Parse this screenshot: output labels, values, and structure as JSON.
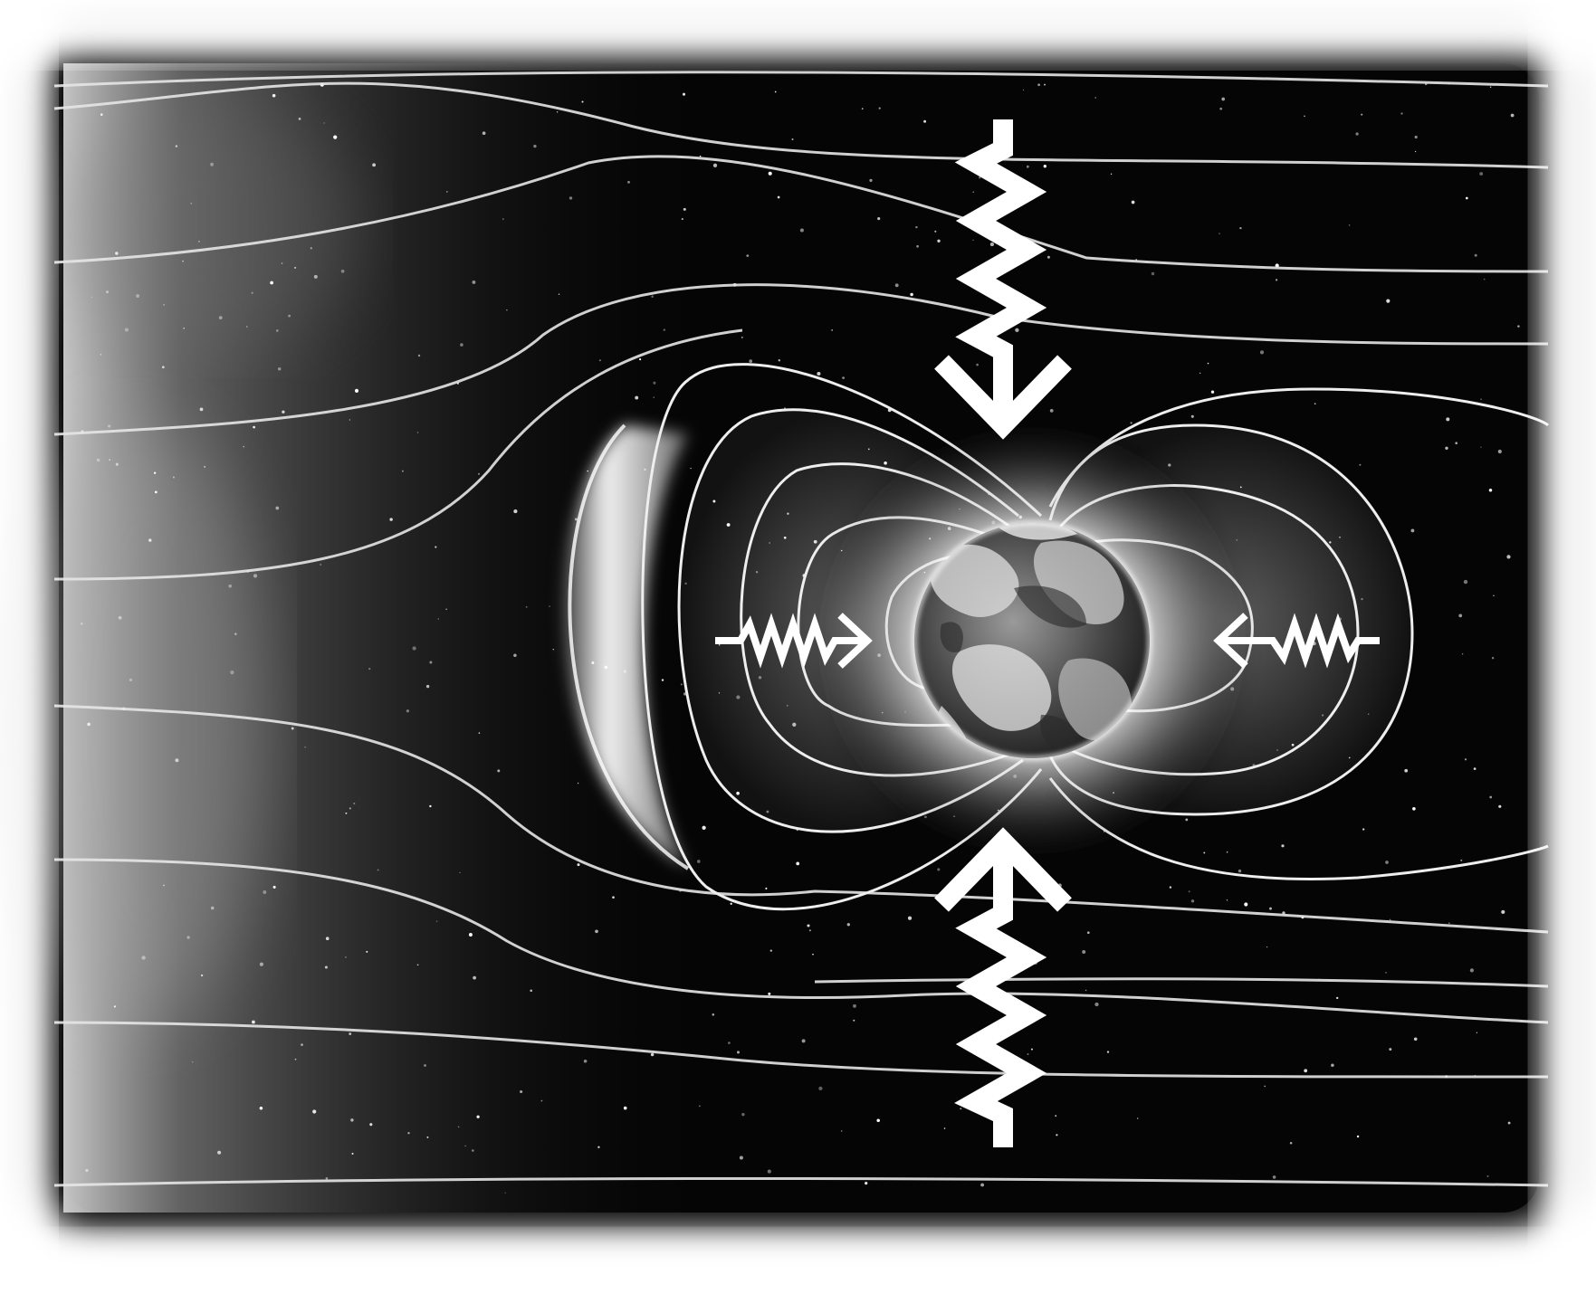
{
  "image": {
    "subject": "earth-magnetosphere",
    "mode": "grayscale",
    "colors": {
      "space": "#050505",
      "field_line": "#eeeeee",
      "glow": "#ffffff",
      "vignette": "#ffffff",
      "earth_ocean": "#3a3a3a",
      "earth_cloud": "#e8e8e8"
    },
    "icons": [
      "earth-globe",
      "magnetic-field-line",
      "bow-shock-arc",
      "wavy-arrow-down",
      "wavy-arrow-up",
      "wavy-arrow-right",
      "wavy-arrow-left",
      "star"
    ],
    "arrow_count": 4
  }
}
